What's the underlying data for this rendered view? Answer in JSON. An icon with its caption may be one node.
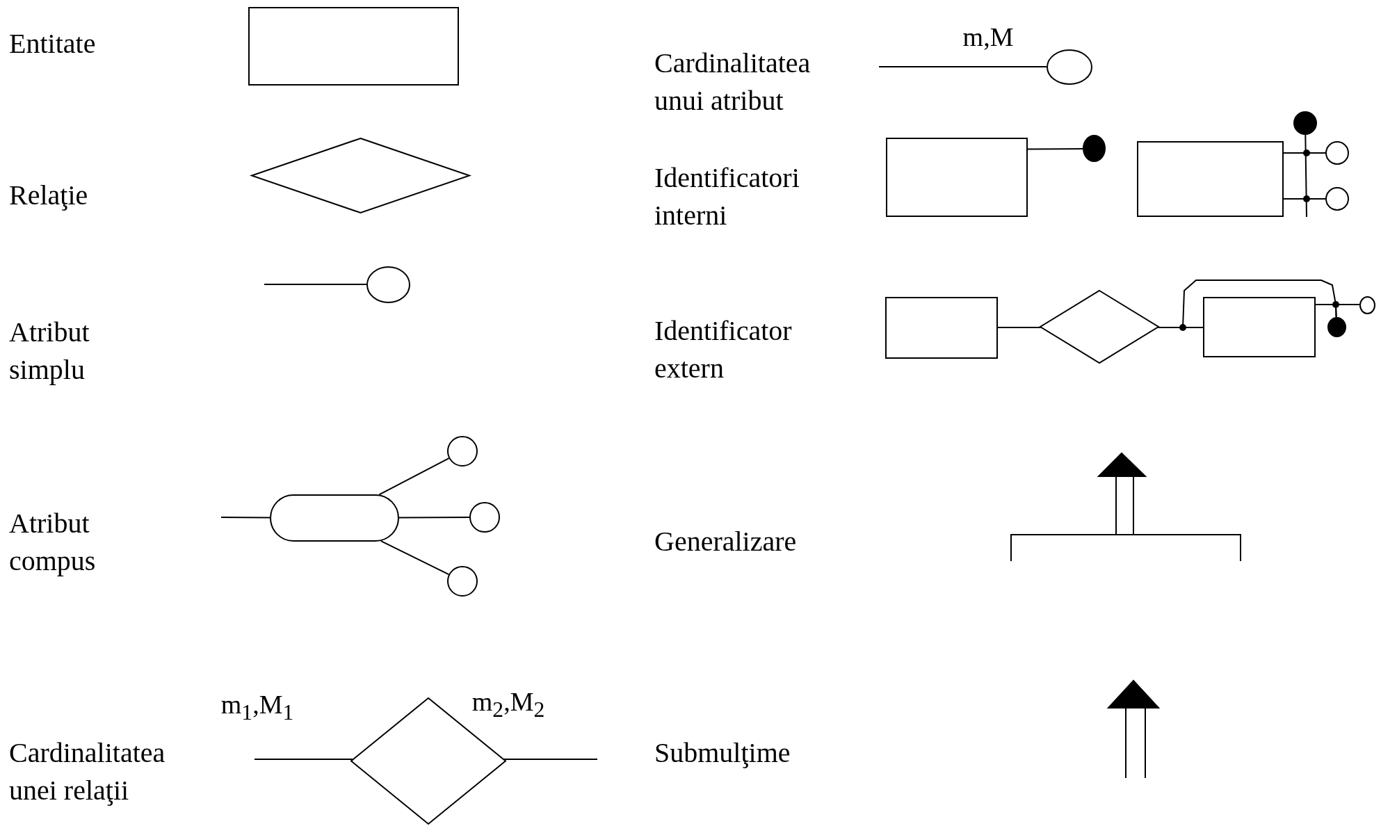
{
  "diagram": {
    "nodes": [
      {
        "text": [],
        "shape": "box"
      },
      {
        "text": [],
        "shape": "diamond"
      },
      {
        "text": [],
        "shape": "circle"
      },
      {
        "text": [],
        "shape": "capsule"
      },
      {
        "text": [],
        "shape": "circle"
      },
      {
        "text": [],
        "shape": "circle"
      },
      {
        "text": [],
        "shape": "circle"
      },
      {
        "text": [],
        "shape": "diamond"
      },
      {
        "text": [],
        "shape": "circle"
      },
      {
        "text": [],
        "shape": "box"
      },
      {
        "text": [],
        "shape": "circle"
      },
      {
        "text": [],
        "shape": "box"
      },
      {
        "text": [],
        "shape": "circle"
      },
      {
        "text": [],
        "shape": "circle"
      },
      {
        "text": [],
        "shape": "circle"
      },
      {
        "text": [],
        "shape": "box"
      },
      {
        "text": [],
        "shape": "diamond"
      },
      {
        "text": [],
        "shape": "box"
      },
      {
        "text": [],
        "shape": "circle"
      },
      {
        "text": [],
        "shape": "circle"
      }
    ],
    "edges": [
      {
        "from": null,
        "to": 2,
        "arrow": "none"
      },
      {
        "from": null,
        "to": 3,
        "arrow": "none"
      },
      {
        "from": 3,
        "to": 4,
        "arrow": "none"
      },
      {
        "from": 3,
        "to": 5,
        "arrow": "none"
      },
      {
        "from": 3,
        "to": 6,
        "arrow": "none"
      },
      {
        "from": null,
        "to": 7,
        "arrow": "none",
        "label": "m$_{1}$,M$_{1}$"
      },
      {
        "from": 7,
        "to": null,
        "arrow": "none",
        "label": "m$_{2}$,M$_{2}$"
      },
      {
        "from": null,
        "to": 8,
        "arrow": "none",
        "label": "m,M"
      },
      {
        "from": 9,
        "to": 10,
        "arrow": "none"
      },
      {
        "from": 11,
        "to": 13,
        "arrow": "none"
      },
      {
        "from": 11,
        "to": 14,
        "arrow": "none"
      },
      {
        "from": null,
        "to": 12,
        "arrow": "none"
      },
      {
        "from": 15,
        "to": 16,
        "arrow": "none"
      },
      {
        "from": 16,
        "to": 17,
        "arrow": "none"
      },
      {
        "from": 17,
        "to": 18,
        "arrow": "none"
      },
      {
        "from": 17,
        "to": 19,
        "arrow": "none"
      },
      {
        "from": 16,
        "to": 19,
        "arrow": "none"
      }
    ],
    "labels": [
      "Entitate",
      "Cardinalitatea unui atribut",
      "Relaţie",
      "Identificatori interni",
      "Atribut simplu",
      "Identificator extern",
      "Atribut compus",
      "Generalizare",
      "Cardinalitatea unei relaţii",
      "Submulţime"
    ]
  }
}
